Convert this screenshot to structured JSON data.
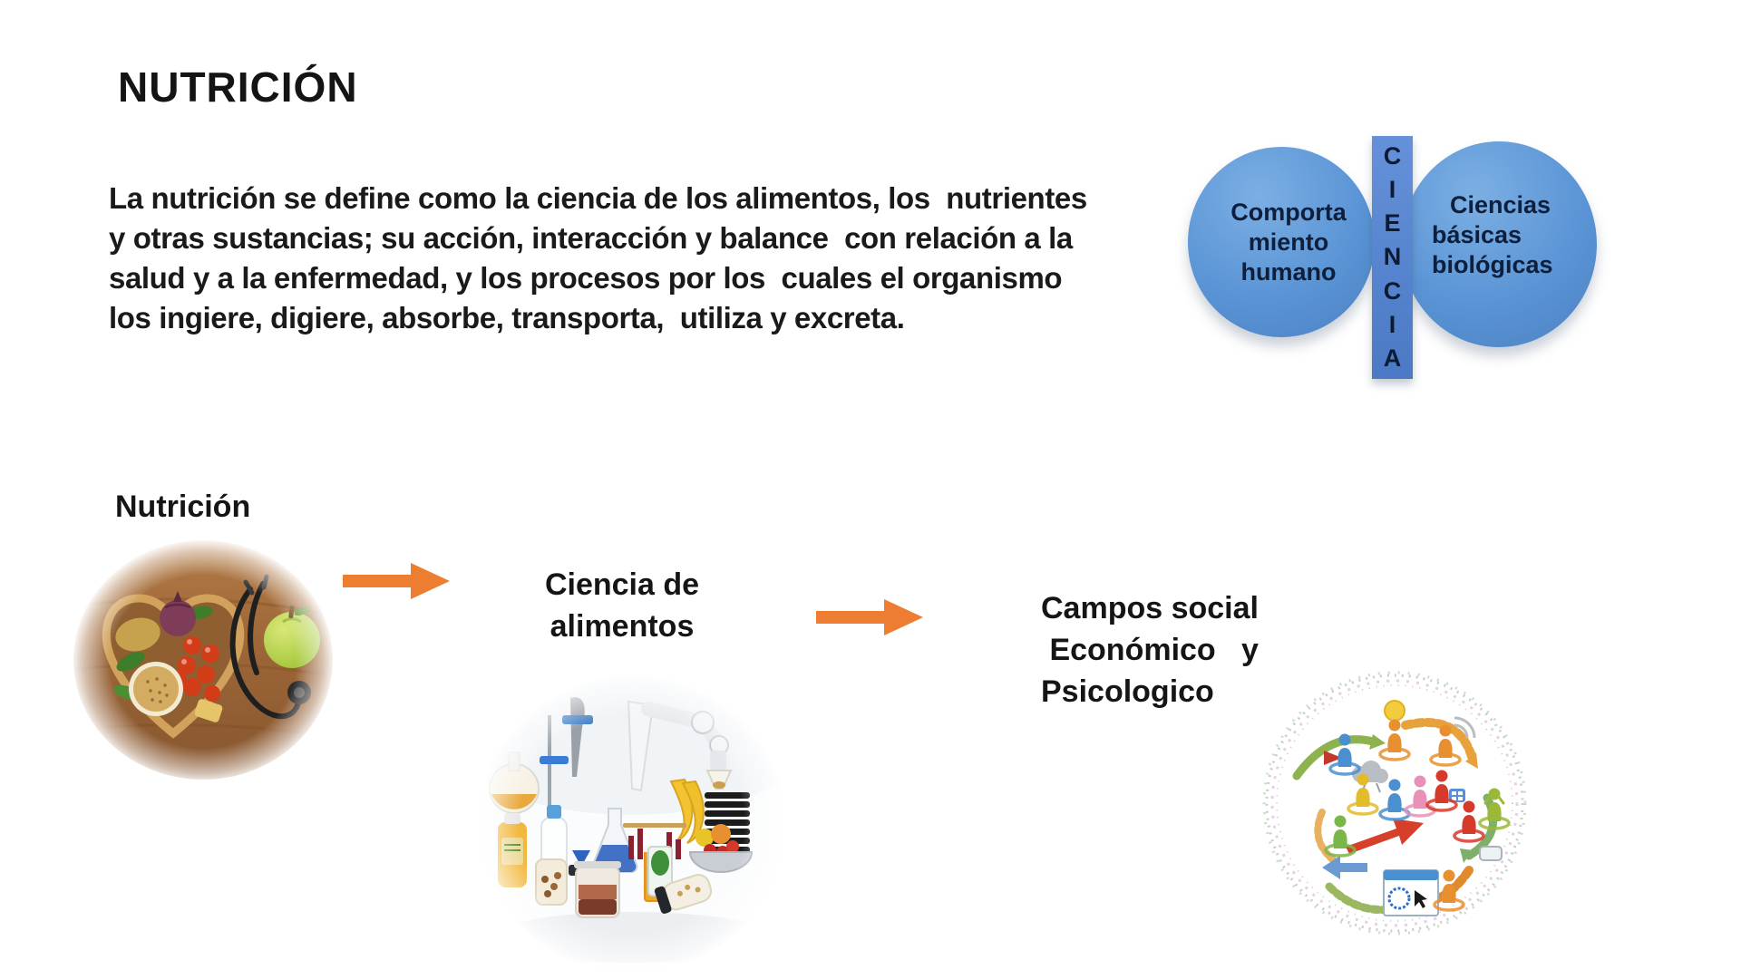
{
  "slide": {
    "title": "NUTRICIÓN",
    "background": "#ffffff"
  },
  "intro": {
    "lines": [
      "La nutrición se define como la ciencia de los alimentos, los  nutrientes",
      "y otras sustancias; su acción, interacción y balance  con relación a la",
      "salud y a la enfermedad, y los procesos por los  cuales el organismo",
      "los ingiere, digiere, absorbe, transporta,  utiliza y excreta."
    ]
  },
  "venn": {
    "left_circle": {
      "lines": [
        "Comporta",
        "miento",
        "humano"
      ]
    },
    "right_circle": {
      "lines": [
        "Ciencias",
        "básicas",
        "biológicas"
      ]
    },
    "center_word": "CIENCIA",
    "letters": [
      "C",
      "I",
      "E",
      "N",
      "C",
      "I",
      "A"
    ],
    "colors": {
      "circle_fill": "#5B9BD5",
      "bar_fill": "#4F81CB",
      "label_text": "#0D1F3C"
    }
  },
  "flow": {
    "arrow_color": "#ED7D31",
    "steps": [
      {
        "label_lines": [
          "Nutrición"
        ],
        "image": "heart-bowl-of-healthy-food-with-stethoscope-and-green-apple"
      },
      {
        "label_lines": [
          "Ciencia de",
          "alimentos"
        ],
        "image": "food-science-laboratory-equipment-with-fruits"
      },
      {
        "label_lines": [
          "Campos social",
          " Económico   y",
          "Psicologico"
        ],
        "image": "colorful-people-network-with-arrows"
      }
    ]
  }
}
